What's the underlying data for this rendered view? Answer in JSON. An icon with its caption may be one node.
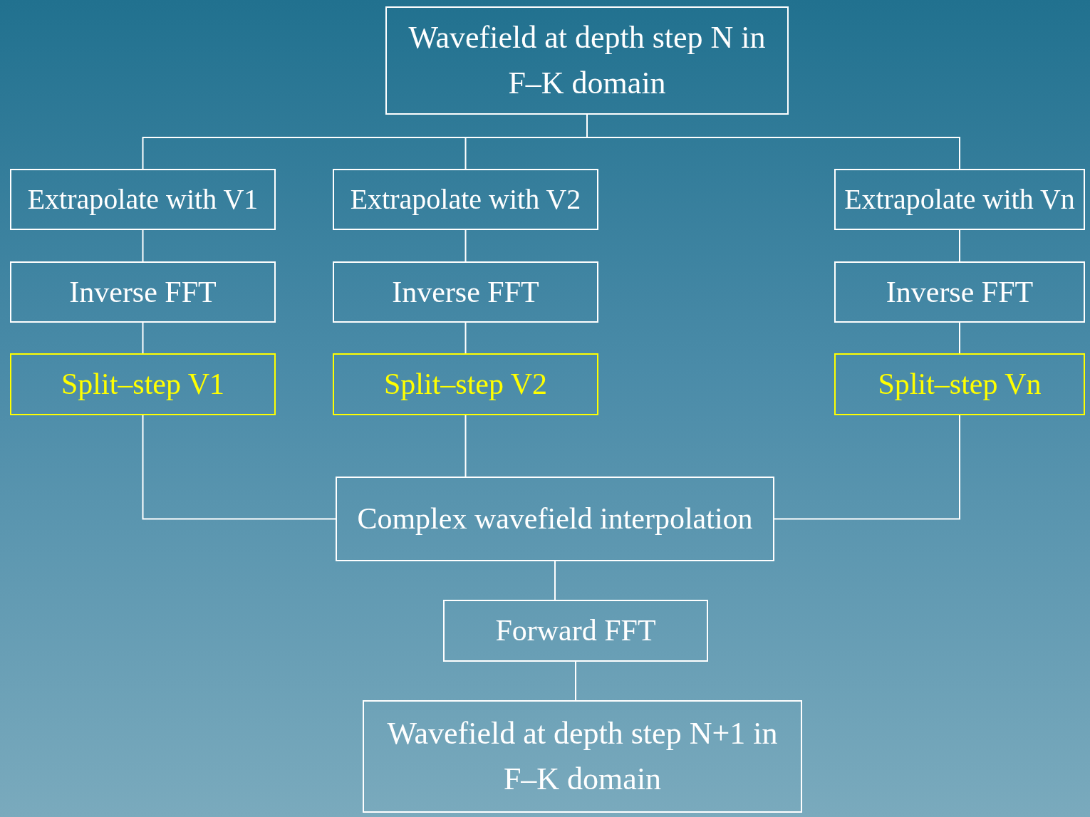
{
  "diagram": {
    "nodes": [
      {
        "text": [
          "Wavefield at depth step N in F–K domain"
        ]
      },
      {
        "text": [
          "Extrapolate with V1"
        ]
      },
      {
        "text": [
          "Extrapolate with V2"
        ]
      },
      {
        "text": [
          "Extrapolate with Vn"
        ]
      },
      {
        "text": [
          "Inverse FFT"
        ]
      },
      {
        "text": [
          "Inverse FFT"
        ]
      },
      {
        "text": [
          "Inverse FFT"
        ]
      },
      {
        "text": [
          "Split–step V1"
        ]
      },
      {
        "text": [
          "Split–step V2"
        ]
      },
      {
        "text": [
          "Split–step Vn"
        ]
      },
      {
        "text": [
          "Complex wavefield interpolation"
        ]
      },
      {
        "text": [
          "Forward FFT"
        ]
      },
      {
        "text": [
          "Wavefield at depth step N+1 in F–K domain"
        ]
      }
    ],
    "edges": [
      {
        "from": 0,
        "to": 1,
        "arrow": "none"
      },
      {
        "from": 0,
        "to": 2,
        "arrow": "none"
      },
      {
        "from": 0,
        "to": 3,
        "arrow": "none"
      },
      {
        "from": 1,
        "to": 4,
        "arrow": "none"
      },
      {
        "from": 2,
        "to": 5,
        "arrow": "none"
      },
      {
        "from": 3,
        "to": 6,
        "arrow": "none"
      },
      {
        "from": 4,
        "to": 7,
        "arrow": "none"
      },
      {
        "from": 5,
        "to": 8,
        "arrow": "none"
      },
      {
        "from": 6,
        "to": 9,
        "arrow": "none"
      },
      {
        "from": 7,
        "to": 10,
        "arrow": "none"
      },
      {
        "from": 8,
        "to": 10,
        "arrow": "none"
      },
      {
        "from": 9,
        "to": 10,
        "arrow": "none"
      },
      {
        "from": 10,
        "to": 11,
        "arrow": "none"
      },
      {
        "from": 11,
        "to": 12,
        "arrow": "none"
      }
    ]
  }
}
